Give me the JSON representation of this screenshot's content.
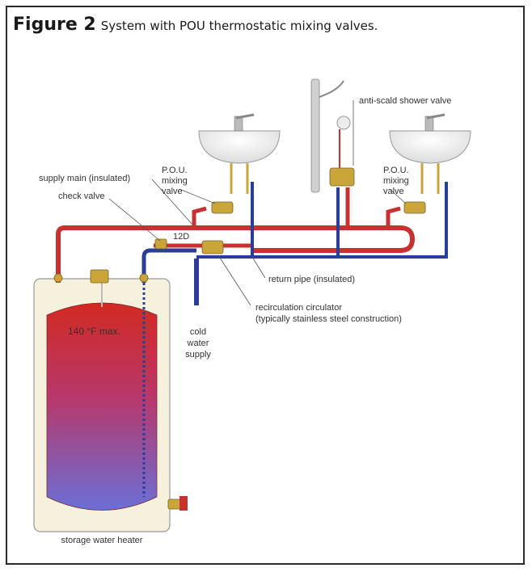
{
  "figure": {
    "number": "Figure 2",
    "caption": "System with POU thermostatic mixing valves."
  },
  "labels": {
    "anti_scald": "anti-scald shower valve",
    "supply_main": "supply main (insulated)",
    "check_valve": "check valve",
    "pou_left": [
      "P.O.U.",
      "mixing",
      "valve"
    ],
    "pou_right": [
      "P.O.U.",
      "mixing",
      "valve"
    ],
    "code_12d": "12D",
    "return_pipe": "return pipe (insulated)",
    "recirc": [
      "recirculation circulator",
      "(typically stainless steel construction)"
    ],
    "cold_water": [
      "cold",
      "water",
      "supply"
    ],
    "temp": "140 °F max.",
    "heater": "storage water heater"
  },
  "colors": {
    "hot": "#c8312f",
    "cold": "#2a3d9a",
    "brass": "#c9a53a",
    "tank_top": "#d22a22",
    "tank_bottom": "#6b6fd6",
    "jacket": "#f6f1dd"
  }
}
